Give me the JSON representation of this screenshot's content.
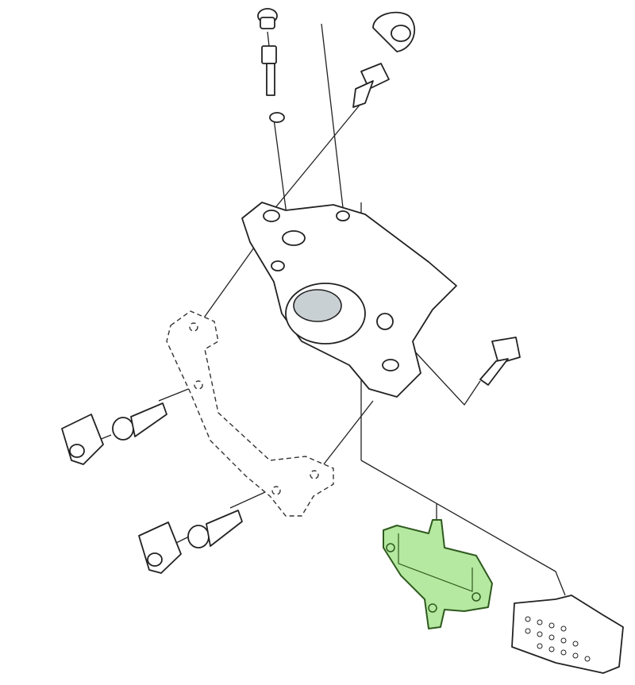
{
  "diagram": {
    "kind": "exploded-parts-view",
    "highlight_color": "#b5e8a0",
    "highlight_stroke": "#2e5a1e",
    "parts": [
      "bleed-nipple-cap",
      "bleed-nipple",
      "o-ring",
      "fixing-bolt-clip-top",
      "fixing-bolt-top",
      "caliper-body",
      "caliper-bolt-right",
      "mount-adapter",
      "adapter-bolt-upper",
      "adapter-clip-upper",
      "adapter-bolt-lower",
      "adapter-clip-lower",
      "pad-spacer",
      "brake-pad"
    ],
    "highlighted_part": "pad-spacer"
  }
}
